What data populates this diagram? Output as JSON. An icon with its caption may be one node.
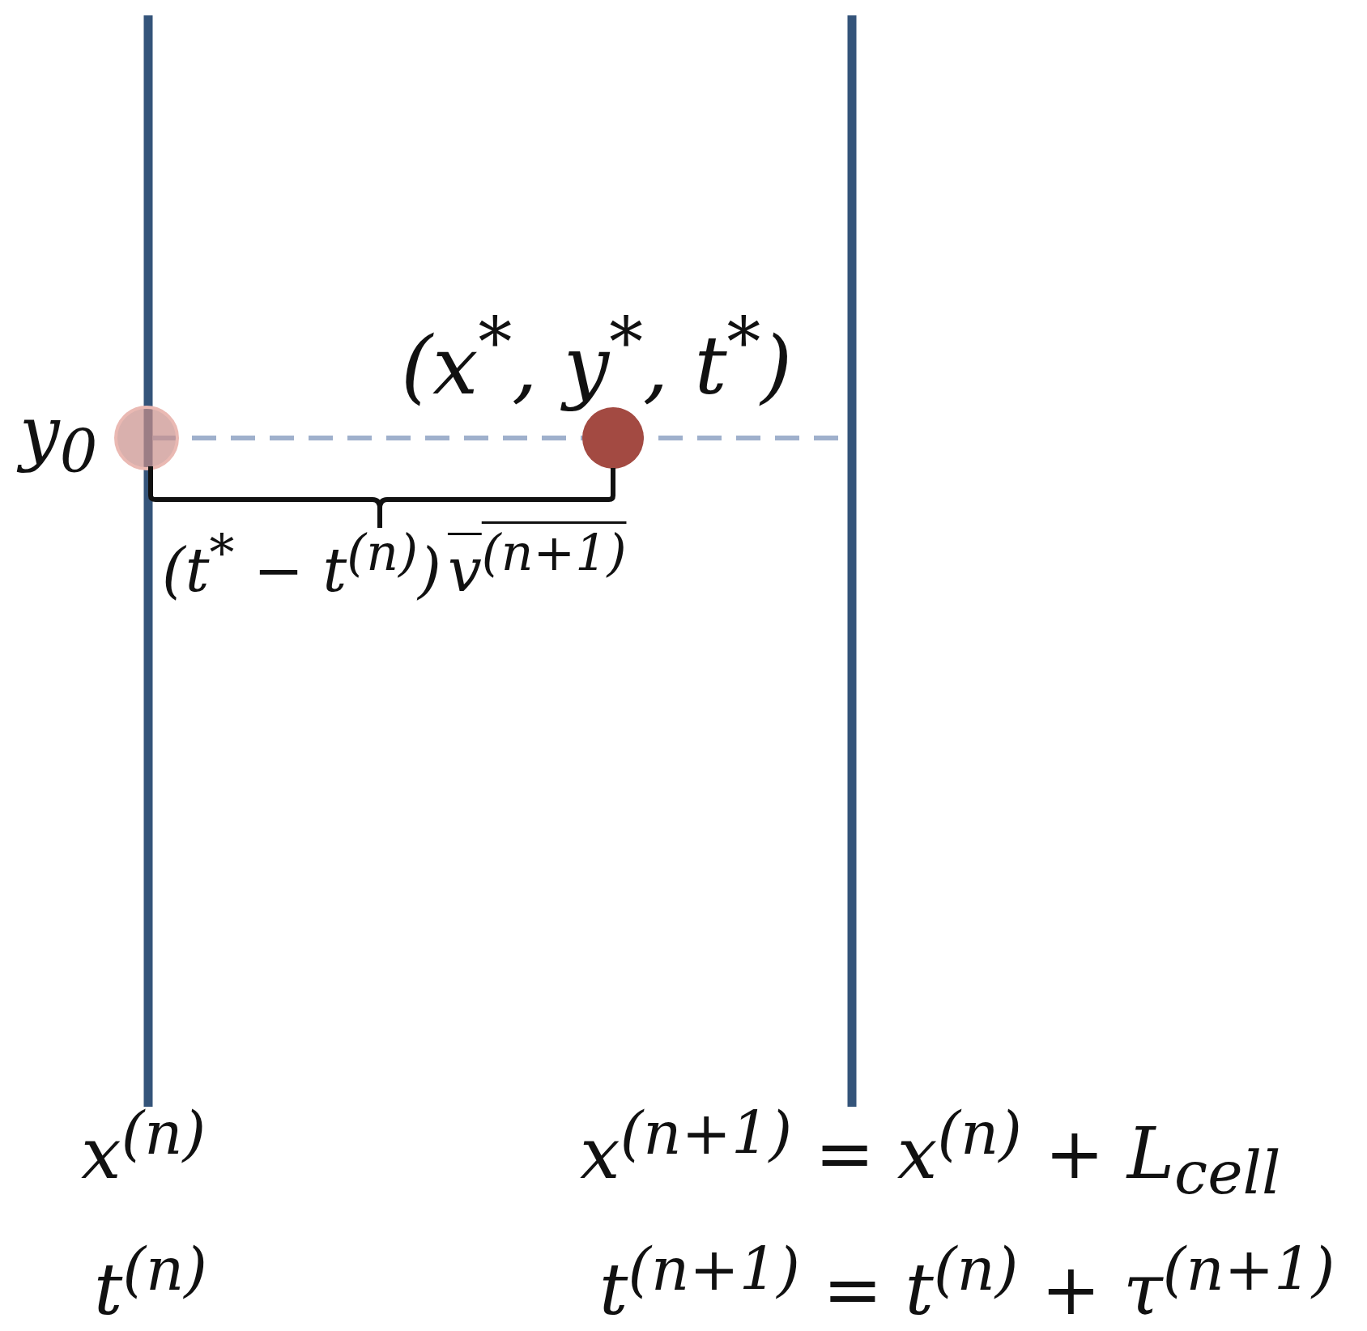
{
  "diagram": {
    "labels": [
      "(x$^{*}$, y$^{*}$, t$^{*}$)",
      "y$_{0}$",
      "(t$^{*}$ − t$^{(n)}$)",
      "v$^{(n+1)}$",
      "x$^{(n)}$",
      "x$^{(n+1)}$ = x$^{(n)}$ + L$_{cell}$",
      "t$^{(n)}$",
      "t$^{(n+1)}$ = t$^{(n)}$ + τ$^{(n+1)}$"
    ]
  }
}
